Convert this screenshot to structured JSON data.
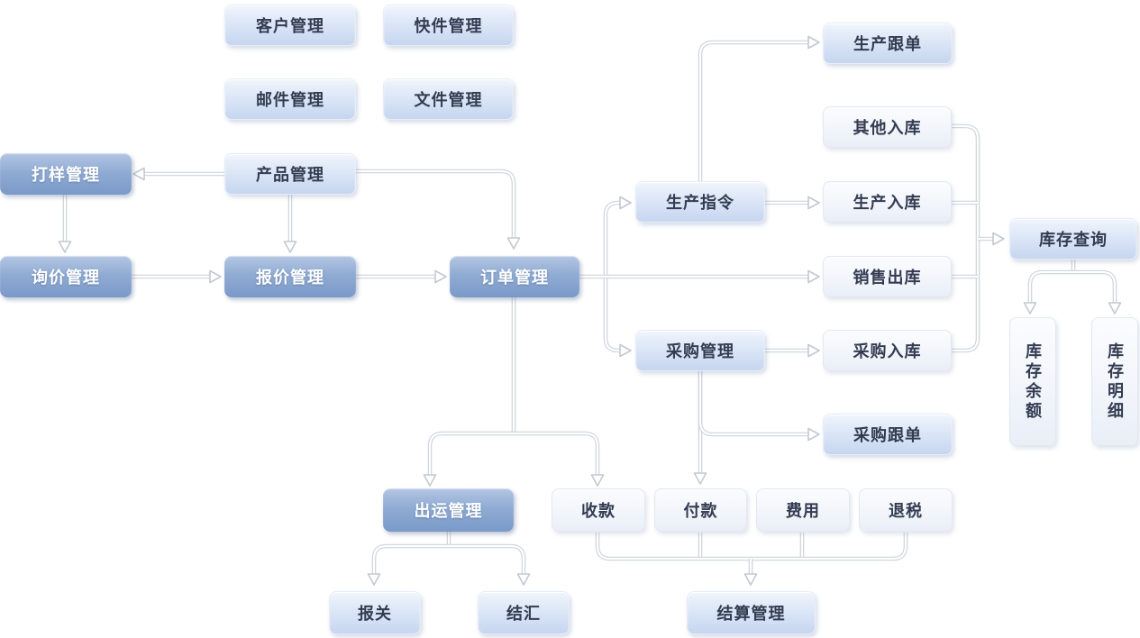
{
  "diagram": {
    "nodes": [
      {
        "id": "customer",
        "label": "客户管理"
      },
      {
        "id": "express",
        "label": "快件管理"
      },
      {
        "id": "mail",
        "label": "邮件管理"
      },
      {
        "id": "document",
        "label": "文件管理"
      },
      {
        "id": "sampling",
        "label": "打样管理"
      },
      {
        "id": "product",
        "label": "产品管理"
      },
      {
        "id": "inquiry",
        "label": "询价管理"
      },
      {
        "id": "quotation",
        "label": "报价管理"
      },
      {
        "id": "order",
        "label": "订单管理"
      },
      {
        "id": "production-order",
        "label": "生产指令"
      },
      {
        "id": "production-followup",
        "label": "生产跟单"
      },
      {
        "id": "other-inbound",
        "label": "其他入库"
      },
      {
        "id": "production-inbound",
        "label": "生产入库"
      },
      {
        "id": "sales-outbound",
        "label": "销售出库"
      },
      {
        "id": "purchase",
        "label": "采购管理"
      },
      {
        "id": "purchase-inbound",
        "label": "采购入库"
      },
      {
        "id": "purchase-followup",
        "label": "采购跟单"
      },
      {
        "id": "inventory-query",
        "label": "库存查询"
      },
      {
        "id": "inventory-balance",
        "label": "库存余额"
      },
      {
        "id": "inventory-detail",
        "label": "库存明细"
      },
      {
        "id": "shipping",
        "label": "出运管理"
      },
      {
        "id": "receipt",
        "label": "收款"
      },
      {
        "id": "payment",
        "label": "付款"
      },
      {
        "id": "expense",
        "label": "费用"
      },
      {
        "id": "tax-refund",
        "label": "退税"
      },
      {
        "id": "customs",
        "label": "报关"
      },
      {
        "id": "exchange",
        "label": "结汇"
      },
      {
        "id": "settlement",
        "label": "结算管理"
      }
    ],
    "edges": [
      {
        "from": "product",
        "to": "sampling"
      },
      {
        "from": "sampling",
        "to": "inquiry"
      },
      {
        "from": "product",
        "to": "quotation"
      },
      {
        "from": "inquiry",
        "to": "quotation"
      },
      {
        "from": "quotation",
        "to": "order"
      },
      {
        "from": "product",
        "to": "order"
      },
      {
        "from": "order",
        "to": "production-order"
      },
      {
        "from": "order",
        "to": "sales-outbound"
      },
      {
        "from": "order",
        "to": "purchase"
      },
      {
        "from": "production-order",
        "to": "production-followup"
      },
      {
        "from": "production-order",
        "to": "production-inbound"
      },
      {
        "from": "purchase",
        "to": "purchase-inbound"
      },
      {
        "from": "purchase",
        "to": "purchase-followup"
      },
      {
        "from": "purchase",
        "to": "payment"
      },
      {
        "from": "other-inbound",
        "to": "inventory-query"
      },
      {
        "from": "production-inbound",
        "to": "inventory-query"
      },
      {
        "from": "sales-outbound",
        "to": "inventory-query"
      },
      {
        "from": "purchase-inbound",
        "to": "inventory-query"
      },
      {
        "from": "inventory-query",
        "to": "inventory-balance"
      },
      {
        "from": "inventory-query",
        "to": "inventory-detail"
      },
      {
        "from": "order",
        "to": "shipping"
      },
      {
        "from": "order",
        "to": "receipt"
      },
      {
        "from": "shipping",
        "to": "customs"
      },
      {
        "from": "shipping",
        "to": "exchange"
      },
      {
        "from": "receipt",
        "to": "settlement"
      },
      {
        "from": "payment",
        "to": "settlement"
      },
      {
        "from": "expense",
        "to": "settlement"
      },
      {
        "from": "tax-refund",
        "to": "settlement"
      }
    ],
    "colors": {
      "primary_box_top": "#b4c6e3",
      "primary_box_bottom": "#7b99c8",
      "primary_text": "#ffffff",
      "secondary_box_top": "#f1f5fc",
      "secondary_box_bottom": "#c6d6f0",
      "tertiary_box_top": "#fbfcfe",
      "tertiary_box_bottom": "#e9eef7",
      "dark_text": "#333c52",
      "connector": "#ced3db",
      "background": "#ffffff"
    }
  }
}
